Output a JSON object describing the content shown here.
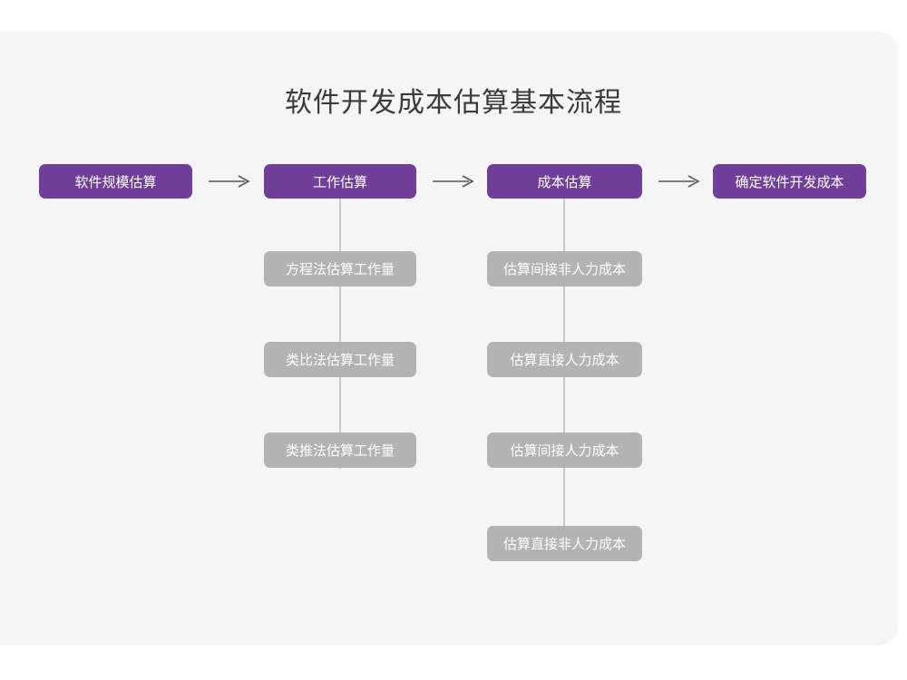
{
  "page": {
    "title": "软件开发成本估算基本流程",
    "background": "#ffffff",
    "card_background": "#f5f5f5",
    "accent_color": "#6f3f9a",
    "sub_color": "#b3b3b3",
    "line_color": "#c9c9c9",
    "title_color": "#3a3a3a"
  },
  "flow": {
    "main_steps": [
      {
        "label": "软件规模估算"
      },
      {
        "label": "工作估算"
      },
      {
        "label": "成本估算"
      },
      {
        "label": "确定软件开发成本"
      }
    ],
    "arrows": [
      {
        "name": "arrow-1",
        "glyph": "→"
      },
      {
        "name": "arrow-2",
        "glyph": "→"
      },
      {
        "name": "arrow-3",
        "glyph": "→"
      }
    ],
    "branches": [
      {
        "parent": "工作估算",
        "items": [
          {
            "label": "方程法估算工作量"
          },
          {
            "label": "类比法估算工作量"
          },
          {
            "label": "类推法估算工作量"
          }
        ]
      },
      {
        "parent": "成本估算",
        "items": [
          {
            "label": "估算间接非人力成本"
          },
          {
            "label": "估算直接人力成本"
          },
          {
            "label": "估算间接人力成本"
          },
          {
            "label": "估算直接非人力成本"
          }
        ]
      }
    ]
  }
}
